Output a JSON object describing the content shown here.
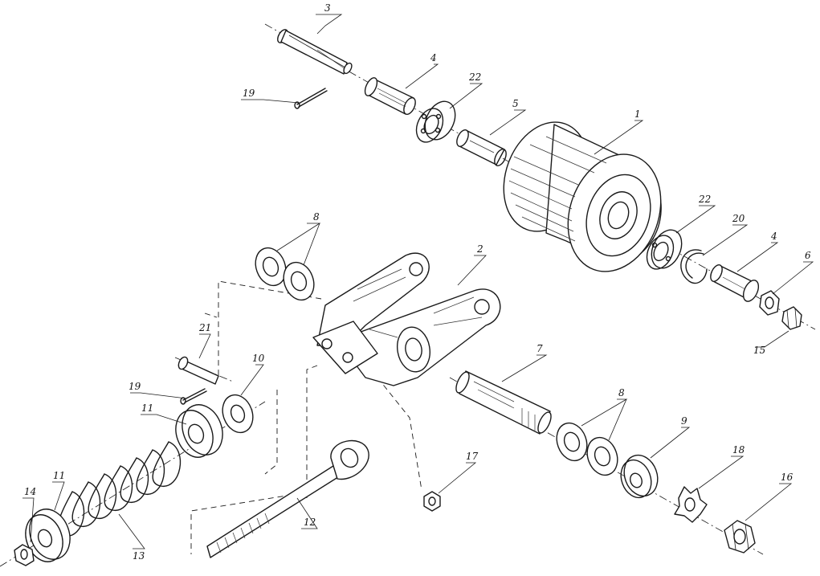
{
  "callouts": [
    {
      "id": "c1",
      "label": "1"
    },
    {
      "id": "c2",
      "label": "2"
    },
    {
      "id": "c3",
      "label": "3"
    },
    {
      "id": "c4a",
      "label": "4"
    },
    {
      "id": "c4b",
      "label": "4"
    },
    {
      "id": "c5",
      "label": "5"
    },
    {
      "id": "c6",
      "label": "6"
    },
    {
      "id": "c7",
      "label": "7"
    },
    {
      "id": "c8a",
      "label": "8"
    },
    {
      "id": "c8b",
      "label": "8"
    },
    {
      "id": "c9",
      "label": "9"
    },
    {
      "id": "c10",
      "label": "10"
    },
    {
      "id": "c11a",
      "label": "11"
    },
    {
      "id": "c11b",
      "label": "11"
    },
    {
      "id": "c12",
      "label": "12"
    },
    {
      "id": "c13",
      "label": "13"
    },
    {
      "id": "c14",
      "label": "14"
    },
    {
      "id": "c15",
      "label": "15"
    },
    {
      "id": "c16",
      "label": "16"
    },
    {
      "id": "c17",
      "label": "17"
    },
    {
      "id": "c18",
      "label": "18"
    },
    {
      "id": "c19a",
      "label": "19"
    },
    {
      "id": "c19b",
      "label": "19"
    },
    {
      "id": "c20",
      "label": "20"
    },
    {
      "id": "c21",
      "label": "21"
    },
    {
      "id": "c22a",
      "label": "22"
    },
    {
      "id": "c22b",
      "label": "22"
    }
  ]
}
